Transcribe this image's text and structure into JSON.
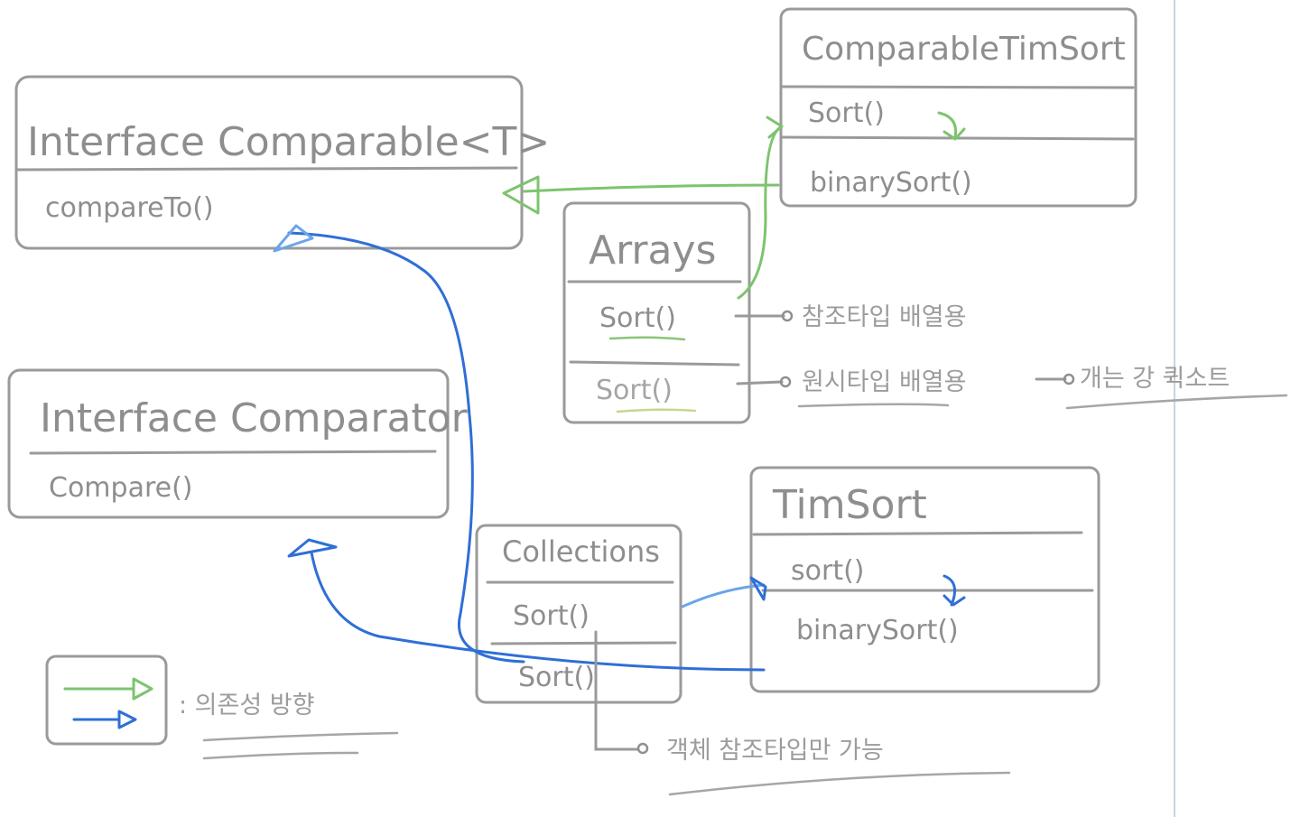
{
  "comparable": {
    "title": "Interface Comparable<T>",
    "method": "compareTo()"
  },
  "comparator": {
    "title": "Interface Comparator",
    "method": "Compare()"
  },
  "comparableTimSort": {
    "title": "ComparableTimSort",
    "methods": [
      "Sort()",
      "binarySort()"
    ]
  },
  "arrays": {
    "title": "Arrays",
    "methods": [
      "Sort()",
      "Sort()"
    ]
  },
  "timSort": {
    "title": "TimSort",
    "methods": [
      "sort()",
      "binarySort()"
    ]
  },
  "collections": {
    "title": "Collections",
    "methods": [
      "Sort()",
      "Sort()"
    ]
  },
  "notes": {
    "arrays_sort_1": "참조타입 배열용",
    "arrays_sort_2": "원시타입 배열용",
    "arrays_sort_2_extra": "개는 강 퀵소트",
    "collections_sort": "객체 참조타입만 가능"
  },
  "legend": {
    "label": ": 의존성 방향"
  },
  "colors": {
    "green": "#7cc46e",
    "blue": "#2f6fd6",
    "box": "#9a9a9a"
  }
}
